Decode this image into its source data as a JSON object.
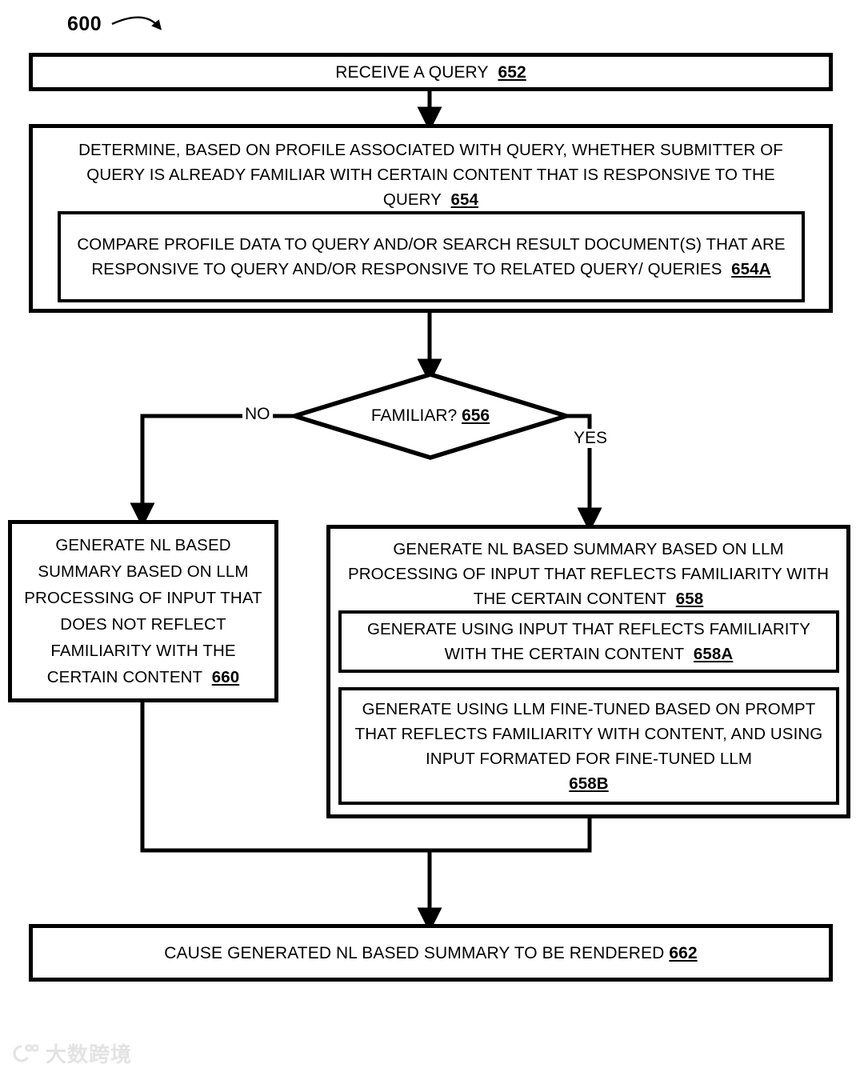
{
  "figure": {
    "number": "600",
    "type": "flowchart",
    "title_arrow": "curved-arrow-to-flowchart"
  },
  "nodes": {
    "n652": {
      "shape": "process",
      "text": "RECEIVE A QUERY",
      "ref": "652"
    },
    "n654": {
      "shape": "process",
      "text": "DETERMINE, BASED ON PROFILE ASSOCIATED WITH QUERY, WHETHER SUBMITTER OF QUERY IS ALREADY FAMILIAR WITH CERTAIN CONTENT THAT IS RESPONSIVE TO THE QUERY",
      "ref": "654"
    },
    "n654a": {
      "shape": "sub-process",
      "text": "COMPARE PROFILE DATA TO QUERY AND/OR SEARCH RESULT DOCUMENT(S) THAT ARE RESPONSIVE TO QUERY AND/OR RESPONSIVE TO RELATED QUERY/ QUERIES",
      "ref": "654A"
    },
    "n656": {
      "shape": "decision",
      "text": "FAMILIAR?",
      "ref": "656"
    },
    "n660": {
      "shape": "process",
      "text": "GENERATE NL BASED SUMMARY BASED ON LLM PROCESSING OF INPUT THAT DOES NOT REFLECT FAMILIARITY WITH THE CERTAIN CONTENT",
      "ref": "660"
    },
    "n658": {
      "shape": "process",
      "text": "GENERATE NL BASED SUMMARY BASED ON LLM PROCESSING OF INPUT THAT REFLECTS FAMILIARITY WITH THE CERTAIN CONTENT",
      "ref": "658"
    },
    "n658a": {
      "shape": "sub-process",
      "text": "GENERATE USING INPUT THAT REFLECTS FAMILIARITY WITH THE CERTAIN CONTENT",
      "ref": "658A"
    },
    "n658b": {
      "shape": "sub-process",
      "text": "GENERATE USING LLM FINE-TUNED BASED ON PROMPT THAT REFLECTS FAMILIARITY WITH CONTENT, AND USING INPUT FORMATED FOR FINE-TUNED LLM",
      "ref": "658B"
    },
    "n662": {
      "shape": "process",
      "text": "CAUSE GENERATED NL BASED SUMMARY TO BE RENDERED",
      "ref": "662"
    }
  },
  "edges": {
    "no_label": "NO",
    "yes_label": "YES"
  },
  "watermark": {
    "text": "大数跨境",
    "color": "#e3e3e3"
  },
  "colors": {
    "stroke": "#000000",
    "background": "#ffffff"
  }
}
